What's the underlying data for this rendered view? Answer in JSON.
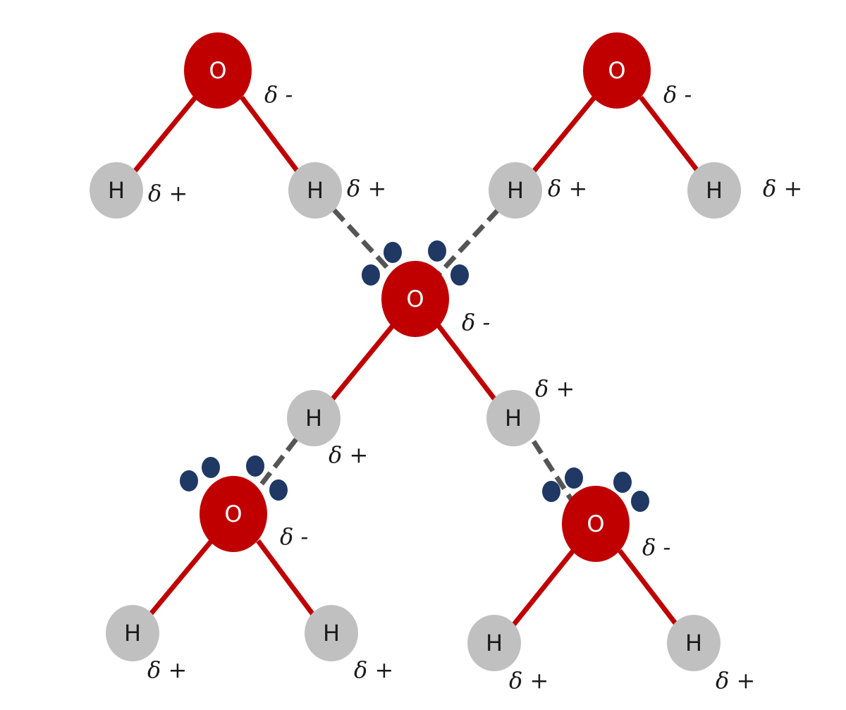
{
  "colors": {
    "oxygen": "#c00000",
    "hydrogen": "#c0c0c0",
    "covalent_bond": "#c00000",
    "hydrogen_bond": "#555555",
    "lone_pair": "#1f3864",
    "background": "#ffffff"
  },
  "molecules": [
    {
      "id": "top-left",
      "oxygen": {
        "symbol": "O",
        "charge": "δ -"
      },
      "hydrogens": [
        {
          "symbol": "H",
          "charge": "δ +"
        },
        {
          "symbol": "H",
          "charge": "δ +"
        }
      ]
    },
    {
      "id": "top-right",
      "oxygen": {
        "symbol": "O",
        "charge": "δ -"
      },
      "hydrogens": [
        {
          "symbol": "H",
          "charge": "δ +"
        },
        {
          "symbol": "H",
          "charge": "δ +"
        }
      ]
    },
    {
      "id": "center",
      "oxygen": {
        "symbol": "O",
        "charge": "δ -"
      },
      "hydrogens": [
        {
          "symbol": "H",
          "charge": "δ +"
        },
        {
          "symbol": "H",
          "charge": "δ +"
        }
      ]
    },
    {
      "id": "bottom-left",
      "oxygen": {
        "symbol": "O",
        "charge": "δ -"
      },
      "hydrogens": [
        {
          "symbol": "H",
          "charge": "δ +"
        },
        {
          "symbol": "H",
          "charge": "δ +"
        }
      ]
    },
    {
      "id": "bottom-right",
      "oxygen": {
        "symbol": "O",
        "charge": "δ -"
      },
      "hydrogens": [
        {
          "symbol": "H",
          "charge": "δ +"
        },
        {
          "symbol": "H",
          "charge": "δ +"
        }
      ]
    }
  ]
}
